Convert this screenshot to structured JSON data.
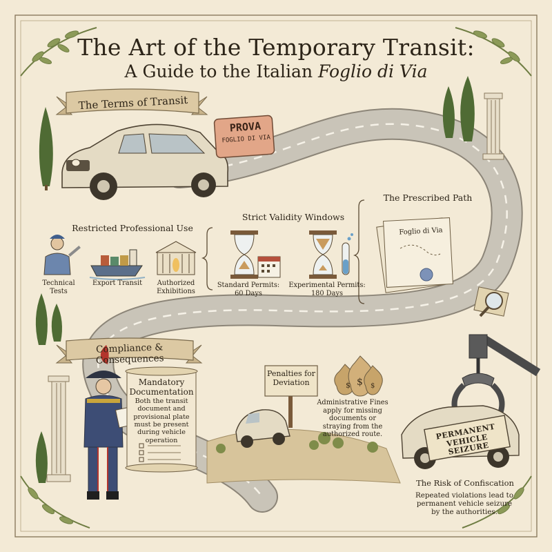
{
  "title": {
    "line1": "The Art of the Temporary Transit:",
    "line2_prefix": "A Guide to the Italian ",
    "line2_italic": "Foglio di Via"
  },
  "sections": {
    "terms": {
      "banner": "The Terms of Transit",
      "plate": {
        "line1": "PROVA",
        "line2": "FOGLIO DI VIA"
      }
    },
    "professional": {
      "heading": "Restricted Professional Use",
      "items": [
        "Technical Tests",
        "Export Transit",
        "Authorized Exhibitions"
      ]
    },
    "validity": {
      "heading": "Strict Validity Windows",
      "standard": {
        "label": "Standard Permits:",
        "value": "60 Days"
      },
      "experimental": {
        "label": "Experimental Permits:",
        "value": "180 Days"
      }
    },
    "path": {
      "heading": "The Prescribed Path",
      "document_label": "Foglio di Via"
    },
    "compliance": {
      "banner": "Compliance & Consequences",
      "documentation": {
        "heading": "Mandatory Documentation",
        "text": "Both the transit document and provisional plate must be present during vehicle operation"
      },
      "penalties": {
        "sign": "Penalties for Deviation",
        "text": "Administrative Fines apply for missing documents or straying from the authorized route."
      },
      "confiscation": {
        "seizure_sign": "PERMANENT VEHICLE SEIZURE",
        "heading": "The Risk of Confiscation",
        "text": "Repeated violations lead to permanent vehicle seizure by the authorities."
      }
    }
  },
  "colors": {
    "parchment": "#f3ead6",
    "ink": "#2c2418",
    "banner": "#dcc9a3",
    "road": "#bdb7ac",
    "olive": "#6f7d43",
    "cypress": "#4f6b34"
  },
  "icons": [
    "olive-branch-icon",
    "cypress-icon",
    "column-icon",
    "car-icon",
    "mechanic-icon",
    "ship-icon",
    "museum-icon",
    "hourglass-icon",
    "calendar-icon",
    "test-tube-icon",
    "document-icon",
    "magnifier-icon",
    "officer-icon",
    "scroll-icon",
    "money-bag-icon",
    "crane-claw-icon"
  ]
}
